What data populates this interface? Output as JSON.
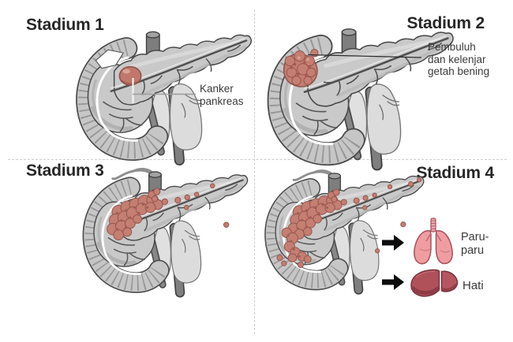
{
  "panels": [
    {
      "title": "Stadium 1",
      "callout_lines": [
        "Kanker",
        "pankreas"
      ]
    },
    {
      "title": "Stadium 2",
      "callout_lines": [
        "Pembuluh",
        "dan kelenjar",
        "getah bening"
      ]
    },
    {
      "title": "Stadium 3"
    },
    {
      "title": "Stadium 4",
      "metastasis": [
        {
          "icon": "lungs-icon",
          "label_lines": [
            "Paru-",
            "paru"
          ]
        },
        {
          "icon": "liver-icon",
          "label_lines": [
            "Hati"
          ]
        }
      ]
    }
  ],
  "colors": {
    "background": "#ffffff",
    "title_text": "#262626",
    "label_text": "#3a3a3a",
    "divider": "#cdcdcd",
    "pancreas": "#c9c9c9",
    "pancreas_outline": "#474747",
    "tumor": "#c0786c",
    "tumor_outline": "#8d5046",
    "lungs": "#f09da2",
    "liver": "#b0515a",
    "arrow": "#0d0d0d"
  }
}
